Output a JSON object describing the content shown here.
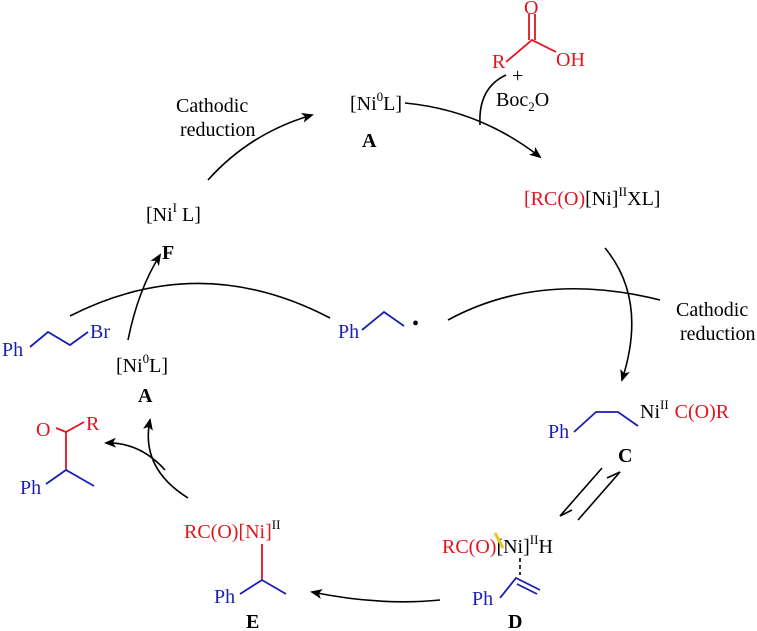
{
  "colors": {
    "red": "#e0141e",
    "blue": "#1a1fb0",
    "yellow": "#e8c81a",
    "black": "#000000"
  },
  "top": {
    "ni_bracket_open": "[Ni",
    "ni_sup": "0",
    "ni_bracket_close": "L]",
    "label": "A"
  },
  "acid": {
    "O": "O",
    "R": "R",
    "OH": "OH",
    "plus": "+",
    "boc": "Boc",
    "boc_sub": "2",
    "boc_O": "O"
  },
  "cathodic_left": {
    "line1": "Cathodic",
    "line2": "reduction"
  },
  "cathodic_right": {
    "line1": "Cathodic",
    "line2": "reduction"
  },
  "acyl_nickel": {
    "open": "[",
    "rco": "RC(O)",
    "ni": "[Ni]",
    "sup": "II",
    "rest": "XL]"
  },
  "F_species": {
    "text": "[Ni",
    "sup": "I",
    "rest": " L]",
    "label": "F"
  },
  "A_left": {
    "text": "[Ni",
    "sup": "0",
    "rest": "L]",
    "label": "A"
  },
  "bromide": {
    "ph": "Ph",
    "br": "Br"
  },
  "radical": {
    "ph": "Ph",
    "dot": "•"
  },
  "C_species": {
    "ph": "Ph",
    "ni": "Ni",
    "sup": "II",
    "cor": "C(O)R",
    "label": "C"
  },
  "D_species": {
    "rco": "RC(O)",
    "ni": "[Ni]",
    "sup": "II",
    "h": "H",
    "ph": "Ph",
    "label": "D"
  },
  "E_species": {
    "rco": "RC(O)[Ni]",
    "sup": "II",
    "ph": "Ph",
    "label": "E"
  },
  "ketone": {
    "O": "O",
    "R": "R",
    "ph": "Ph"
  }
}
